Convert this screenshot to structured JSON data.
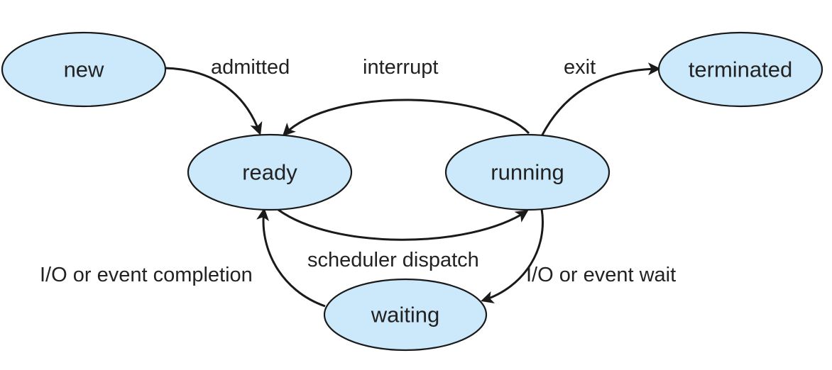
{
  "diagram": {
    "colors": {
      "state_fill": "#cce9fb",
      "stroke": "#1a1a1a",
      "text": "#222222"
    },
    "states": {
      "new": "new",
      "ready": "ready",
      "running": "running",
      "waiting": "waiting",
      "terminated": "terminated"
    },
    "transitions": {
      "admitted": "admitted",
      "interrupt": "interrupt",
      "exit": "exit",
      "scheduler_dispatch": "scheduler dispatch",
      "io_event_completion": "I/O or event completion",
      "io_event_wait": "I/O or event wait"
    }
  }
}
